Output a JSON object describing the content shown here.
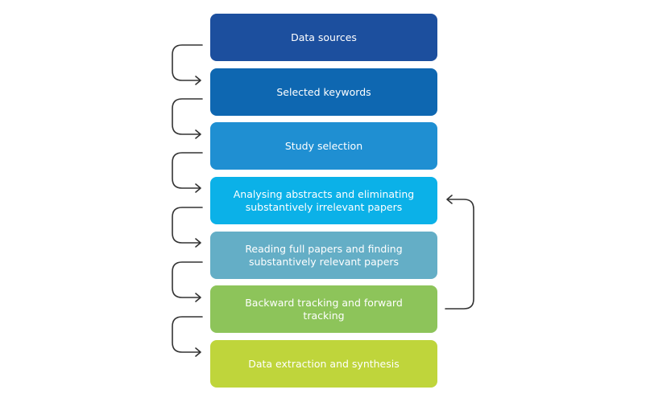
{
  "steps": [
    {
      "label": "Data sources",
      "color": "#1c4f9e"
    },
    {
      "label": "Selected keywords",
      "color": "#0e67b1"
    },
    {
      "label": "Study selection",
      "color": "#1f8fd2"
    },
    {
      "label": "Analysing abstracts and eliminating substantively irrelevant papers",
      "color": "#0bb1e8"
    },
    {
      "label": "Reading full papers and finding substantively relevant papers",
      "color": "#64aec6"
    },
    {
      "label": "Backward tracking and forward tracking",
      "color": "#8dc45a"
    },
    {
      "label": "Data extraction and synthesis",
      "color": "#bfd53b"
    }
  ],
  "connector_color": "#333333"
}
